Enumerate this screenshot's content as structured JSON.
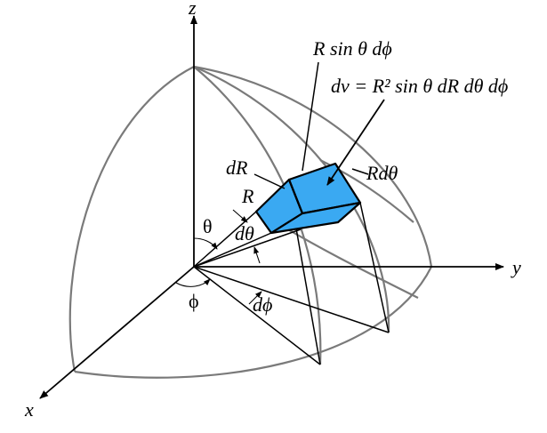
{
  "colors": {
    "volume_element": "#3aa9f2",
    "wireframe": "#7a7a7a",
    "lines": "#000000"
  },
  "axes": {
    "x": "x",
    "y": "y",
    "z": "z"
  },
  "labels": {
    "arc_length_phi": "R sin θ dϕ",
    "volume_formula": "dv = R² sin θ dR dθ dϕ",
    "arc_length_theta": "Rdθ",
    "dR": "dR",
    "R": "R",
    "theta": "θ",
    "dtheta": "dθ",
    "phi": "ϕ",
    "dphi": "dϕ"
  }
}
